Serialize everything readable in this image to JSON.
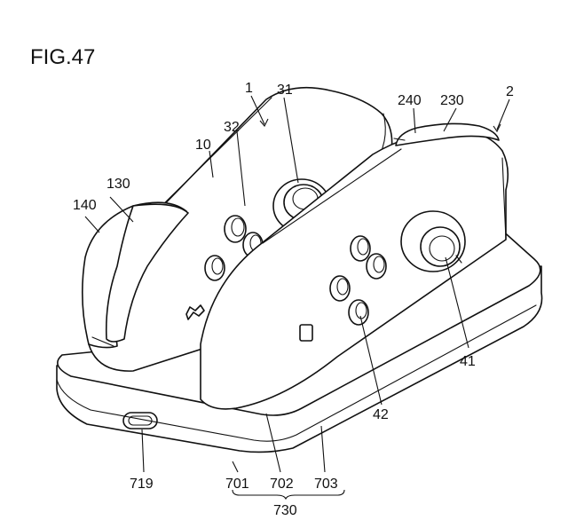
{
  "figure": {
    "title": "FIG.47",
    "labels": {
      "r1": "1",
      "r2": "2",
      "r10": "10",
      "r31": "31",
      "r32": "32",
      "r41": "41",
      "r42": "42",
      "r130": "130",
      "r140": "140",
      "r230": "230",
      "r240": "240",
      "r701": "701",
      "r702": "702",
      "r703": "703",
      "r719": "719",
      "r730": "730"
    }
  }
}
